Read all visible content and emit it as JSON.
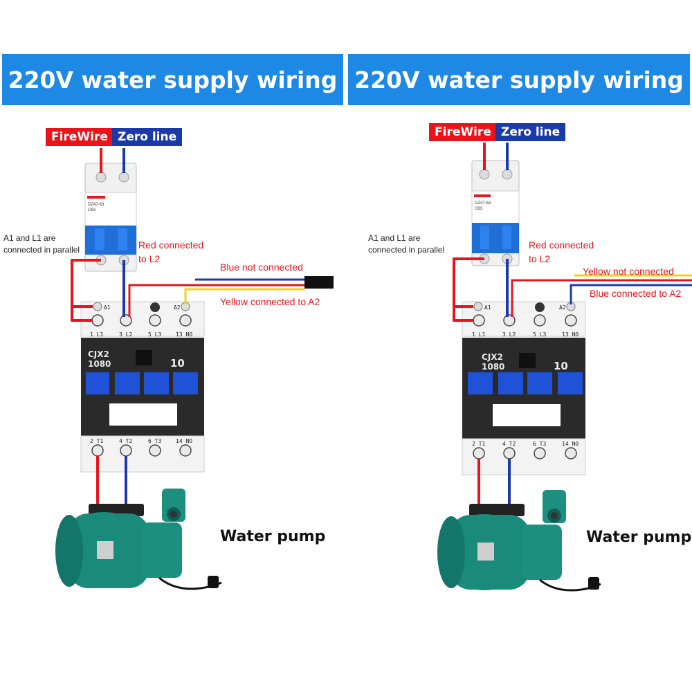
{
  "left": {
    "title": "220V water supply wiring",
    "firewire": "FireWire",
    "zero_line": "Zero line",
    "a1_note_line1": "A1 and L1 are",
    "a1_note_line2": "connected in parallel",
    "red_note_line1": "Red connected",
    "red_note_line2": "to L2",
    "blue_note": "Blue not connected",
    "yellow_note": "Yellow connected to A2",
    "pump": "Water pump"
  },
  "right": {
    "title": "220V water supply wiring",
    "firewire": "FireWire",
    "zero_line": "Zero line",
    "a1_note_line1": "A1 and L1 are",
    "a1_note_line2": "connected in parallel",
    "red_note_line1": "Red connected",
    "red_note_line2": "to L2",
    "yellow_note": "Yellow not connected",
    "blue_note": "Blue connected to A2",
    "pump": "Water pump"
  },
  "device": {
    "breaker_model": "DZ47-63",
    "breaker_rating": "C63",
    "contactor_model": "CJX2",
    "contactor_code": "1080",
    "contactor_rating": "10",
    "top_terminals": [
      "1 L1",
      "3 L2",
      "5 L3",
      "13 NO"
    ],
    "bottom_terminals": [
      "2 T1",
      "4 T2",
      "6 T3",
      "14 NO"
    ],
    "coil_a1": "A1",
    "coil_a2": "A2"
  },
  "colors": {
    "banner": "#1e88e5",
    "fire": "#e8141c",
    "zero": "#1b3aa8",
    "yellow": "#f2d21b",
    "pump_green": "#1a8a7a",
    "contactor": "#2a2a2a"
  }
}
